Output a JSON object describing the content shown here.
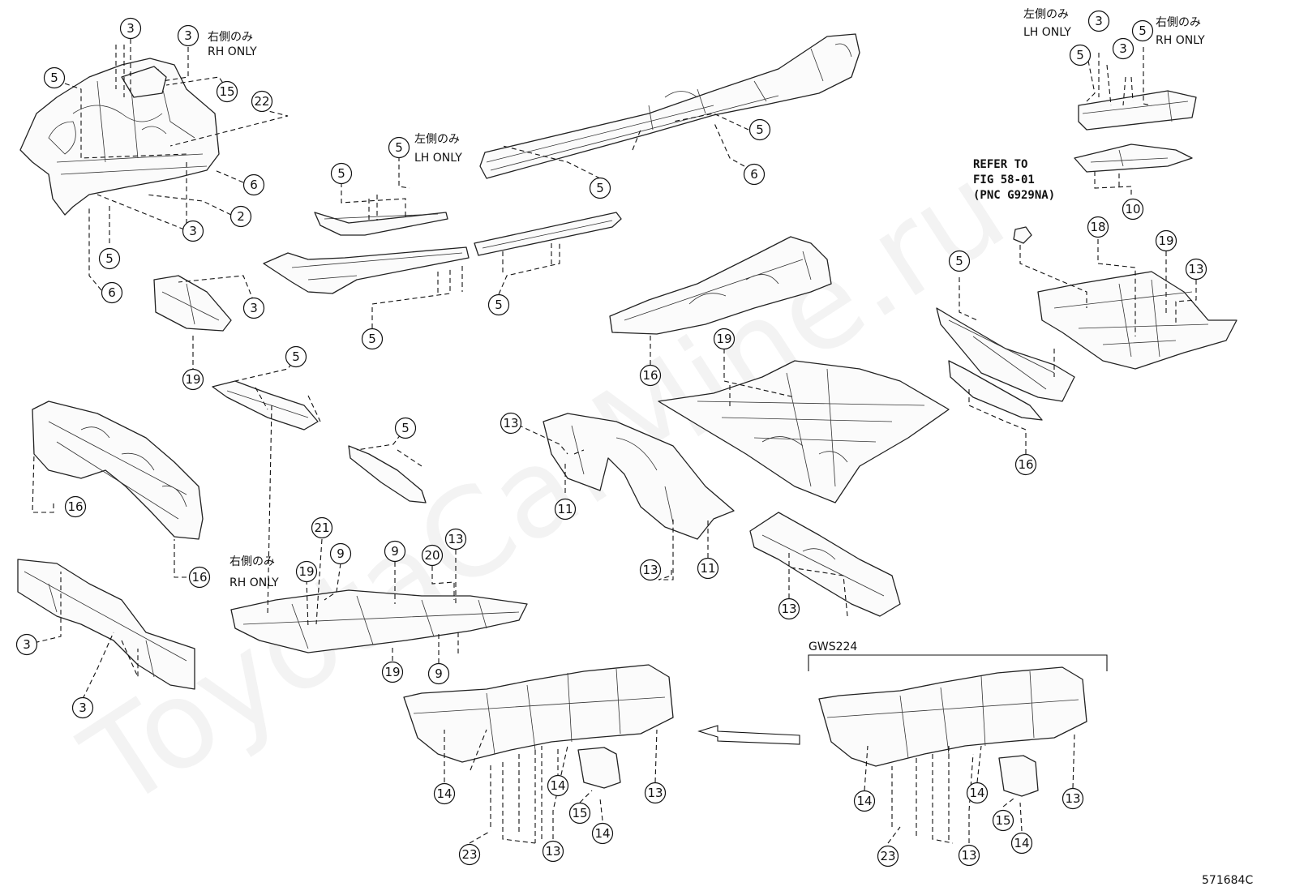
{
  "diagram": {
    "figure_code": "571684C",
    "watermark": "ToyotaCarMine.ru",
    "group_label": "GWS224",
    "reference_note": [
      "REFER TO",
      "FIG 58-01",
      "(PNC G929NA)"
    ]
  },
  "notes": {
    "rh_only_jp": "右側のみ",
    "rh_only_en": "RH ONLY",
    "lh_only_jp": "左側のみ",
    "lh_only_en": "LH ONLY"
  },
  "callouts": [
    {
      "n": "3"
    },
    {
      "n": "3"
    },
    {
      "n": "5"
    },
    {
      "n": "15"
    },
    {
      "n": "22"
    },
    {
      "n": "6"
    },
    {
      "n": "2"
    },
    {
      "n": "3"
    },
    {
      "n": "5"
    },
    {
      "n": "6"
    },
    {
      "n": "5"
    },
    {
      "n": "5"
    },
    {
      "n": "5"
    },
    {
      "n": "6"
    },
    {
      "n": "5"
    },
    {
      "n": "5"
    },
    {
      "n": "5"
    },
    {
      "n": "3"
    },
    {
      "n": "5"
    },
    {
      "n": "5"
    },
    {
      "n": "3"
    },
    {
      "n": "5"
    },
    {
      "n": "10"
    },
    {
      "n": "3"
    },
    {
      "n": "19"
    },
    {
      "n": "18"
    },
    {
      "n": "19"
    },
    {
      "n": "13"
    },
    {
      "n": "5"
    },
    {
      "n": "16"
    },
    {
      "n": "16"
    },
    {
      "n": "19"
    },
    {
      "n": "5"
    },
    {
      "n": "5"
    },
    {
      "n": "13"
    },
    {
      "n": "11"
    },
    {
      "n": "13"
    },
    {
      "n": "11"
    },
    {
      "n": "13"
    },
    {
      "n": "16"
    },
    {
      "n": "16"
    },
    {
      "n": "21"
    },
    {
      "n": "9"
    },
    {
      "n": "9"
    },
    {
      "n": "20"
    },
    {
      "n": "13"
    },
    {
      "n": "19"
    },
    {
      "n": "19"
    },
    {
      "n": "9"
    },
    {
      "n": "3"
    },
    {
      "n": "3"
    },
    {
      "n": "14"
    },
    {
      "n": "14"
    },
    {
      "n": "13"
    },
    {
      "n": "15"
    },
    {
      "n": "14"
    },
    {
      "n": "23"
    },
    {
      "n": "13"
    },
    {
      "n": "14"
    },
    {
      "n": "14"
    },
    {
      "n": "13"
    },
    {
      "n": "15"
    },
    {
      "n": "14"
    },
    {
      "n": "23"
    },
    {
      "n": "13"
    }
  ]
}
